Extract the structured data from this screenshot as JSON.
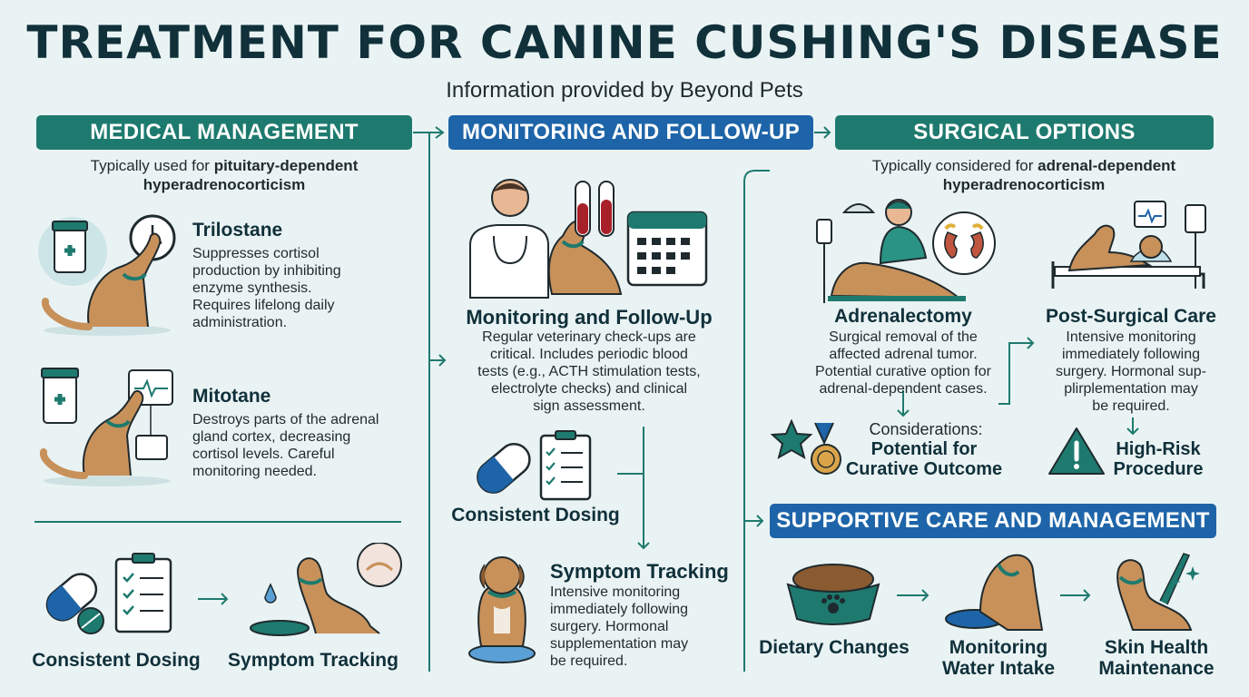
{
  "header": {
    "title": "TREATMENT FOR CANINE CUSHING'S DISEASE",
    "subtitle": "Information provided by Beyond Pets"
  },
  "medical": {
    "banner": "MEDICAL MANAGEMENT",
    "intro_plain": "Typically used for ",
    "intro_bold_1": "pituitary-dependent",
    "intro_bold_2": "hyperadrenocorticism",
    "trilostane": {
      "title": "Trilostane",
      "lines": [
        "Suppresses cortisol",
        "production by inhibiting",
        "enzyme synthesis.",
        "Requires lifelong daily",
        "administration."
      ]
    },
    "mitotane": {
      "title": "Mitotane",
      "lines": [
        "Destroys parts of the adrenal",
        "gland cortex, decreasing",
        "cortisol levels. Careful",
        "monitoring needed."
      ]
    },
    "caption_dosing": "Consistent Dosing",
    "caption_tracking": "Symptom Tracking"
  },
  "monitoring": {
    "banner": "MONITORING AND FOLLOW-UP",
    "title": "Monitoring and Follow-Up",
    "lines": [
      "Regular veterinary check-ups are",
      "critical. Includes periodic blood",
      "tests (e.g., ACTH stimulation tests,",
      "electrolyte checks) and clinical",
      "sign assessment."
    ],
    "caption_dosing": "Consistent Dosing",
    "tracking": {
      "title": "Symptom Tracking",
      "lines": [
        "Intensive monitoring",
        "immediately following",
        "surgery. Hormonal",
        "supplementation may",
        "be required."
      ]
    }
  },
  "surgical": {
    "banner": "SURGICAL OPTIONS",
    "intro_plain": "Typically considered for ",
    "intro_bold_1": "adrenal-dependent",
    "intro_bold_2": "hyperadrenocorticism",
    "adrenalectomy": {
      "title": "Adrenalectomy",
      "lines": [
        "Surgical removal of the",
        "affected adrenal tumor.",
        "Potential curative option for",
        "adrenal-dependent cases."
      ]
    },
    "postsurgical": {
      "title": "Post-Surgical Care",
      "lines": [
        "Intensive monitoring",
        "immediately following",
        "surgery. Hormonal sup-",
        "plirplementation may",
        "be required."
      ]
    },
    "considerations_label": "Considerations:",
    "considerations_1": "Potential for",
    "considerations_2": "Curative Outcome",
    "risk_1": "High-Risk",
    "risk_2": "Procedure"
  },
  "supportive": {
    "banner": "SUPPORTIVE CARE AND MANAGEMENT",
    "diet": "Dietary Changes",
    "water_1": "Monitoring",
    "water_2": "Water Intake",
    "skin_1": "Skin Health",
    "skin_2": "Maintenance"
  },
  "colors": {
    "teal": "#1e7a6e",
    "blue": "#1e64a8",
    "dog": "#c8915a",
    "background": "#eaf3f4"
  }
}
